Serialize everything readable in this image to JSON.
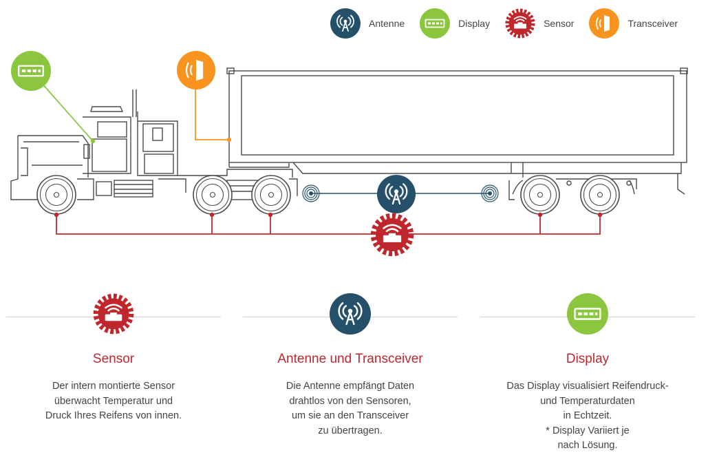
{
  "colors": {
    "antenna": "#24506a",
    "display": "#8cc63f",
    "sensor": "#c0272d",
    "transceiver": "#f7931e",
    "truck_line": "#4a4a4a"
  },
  "legend": [
    {
      "label": "Antenne",
      "icon": "antenna-icon"
    },
    {
      "label": "Display",
      "icon": "display-icon"
    },
    {
      "label": "Sensor",
      "icon": "sensor-icon"
    },
    {
      "label": "Transceiver",
      "icon": "transceiver-icon"
    }
  ],
  "columns": [
    {
      "title": "Sensor",
      "icon": "sensor-icon",
      "text": "Der intern montierte Sensor\nüberwacht Temperatur und\nDruck Ihres Reifens von innen."
    },
    {
      "title": "Antenne und Transceiver",
      "icon": "antenna-icon",
      "text": "Die Antenne empfängt Daten\ndrahtlos von den Sensoren,\num sie an den Transceiver\nzu übertragen."
    },
    {
      "title": "Display",
      "icon": "display-icon",
      "text": "Das Display visualisiert Reifendruck-\nund Temperaturdaten\nin Echtzeit.\n* Display Variiert je\nnach Lösung."
    }
  ]
}
